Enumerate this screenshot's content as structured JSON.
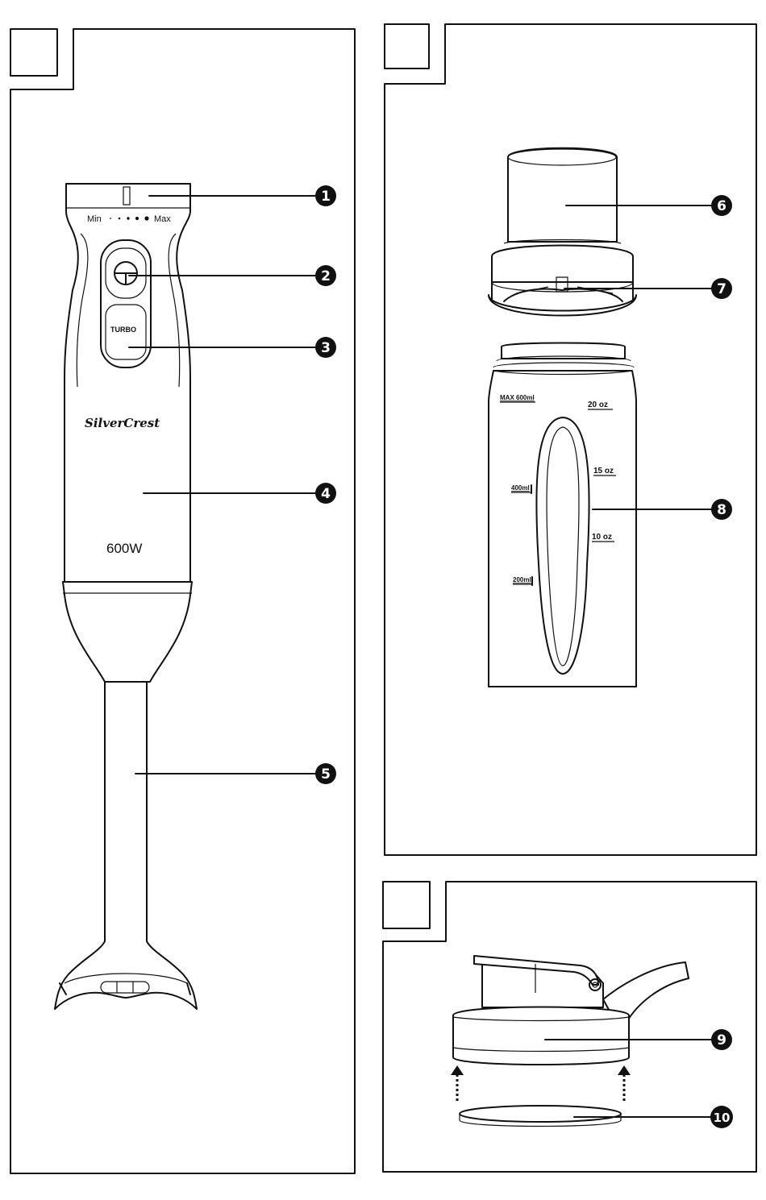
{
  "panel_a": {
    "min_label": "Min",
    "max_label": "Max",
    "turbo_label": "TURBO",
    "brand_label": "SilverCrest",
    "wattage_label": "600W",
    "callouts": [
      "1",
      "2",
      "3",
      "4",
      "5"
    ]
  },
  "panel_b": {
    "max_label": "MAX 600ml",
    "oz_20": "20 oz",
    "oz_15": "15 oz",
    "oz_10": "10 oz",
    "ml_400": "400ml",
    "ml_200": "200ml",
    "callouts": [
      "6",
      "7",
      "8"
    ]
  },
  "panel_c": {
    "callouts": [
      "9",
      "10"
    ]
  }
}
